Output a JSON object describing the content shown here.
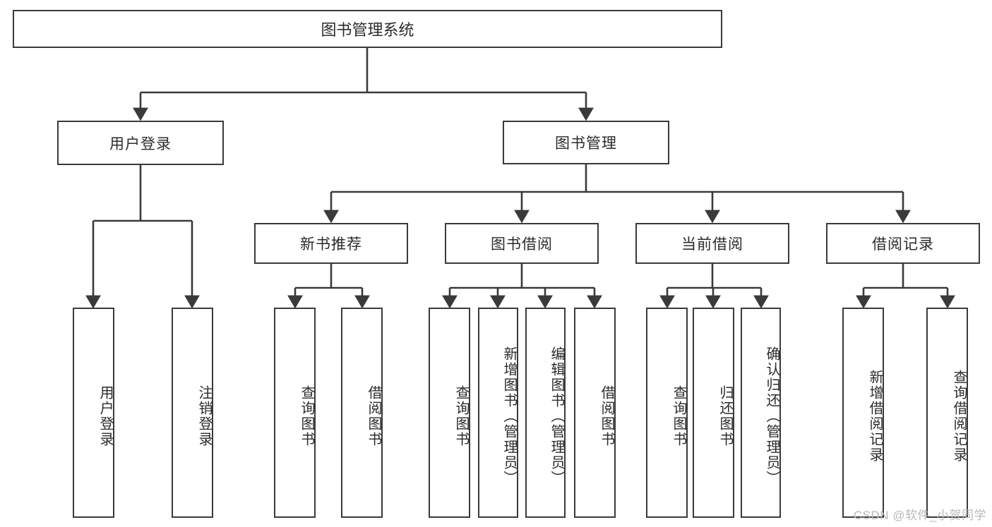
{
  "diagram": {
    "title": "图书管理系统",
    "type": "tree-hierarchy-diagram",
    "colors": {
      "box_stroke": "#3a3a3a",
      "box_fill": "#ffffff",
      "edge": "#3a3a3a",
      "text": "#2b2b2b",
      "watermark": "#b9b9b9"
    },
    "root": {
      "label": "图书管理系统"
    },
    "level2": [
      {
        "label": "用户登录"
      },
      {
        "label": "图书管理"
      }
    ],
    "level3": [
      {
        "label": "新书推荐"
      },
      {
        "label": "图书借阅"
      },
      {
        "label": "当前借阅"
      },
      {
        "label": "借阅记录"
      }
    ],
    "leaves": {
      "user_login": [
        {
          "label": "用户登录"
        },
        {
          "label": "注销登录"
        }
      ],
      "new_book_recommend": [
        {
          "label": "查询图书"
        },
        {
          "label": "借阅图书"
        }
      ],
      "book_borrow": [
        {
          "label": "查询图书"
        },
        {
          "label": "新增图书（管理员）"
        },
        {
          "label": "编辑图书（管理员）"
        },
        {
          "label": "借阅图书"
        }
      ],
      "current_borrow": [
        {
          "label": "查询图书"
        },
        {
          "label": "归还图书"
        },
        {
          "label": "确认归还（管理员）"
        }
      ],
      "borrow_record": [
        {
          "label": "新增借阅记录"
        },
        {
          "label": "查询借阅记录"
        }
      ]
    }
  },
  "watermark": {
    "text": "CSDN @软件_小贺同学"
  }
}
